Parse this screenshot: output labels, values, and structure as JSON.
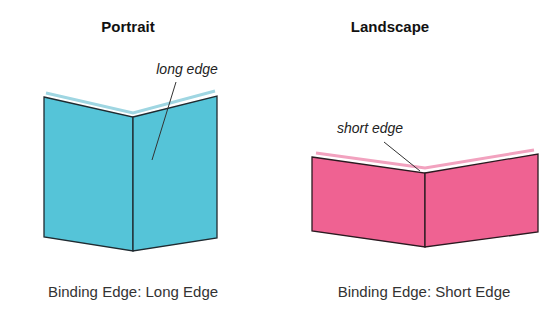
{
  "diagram": {
    "labels": [
      "Portrait",
      "Landscape",
      "long edge",
      "short edge",
      "Binding Edge: Long Edge",
      "Binding Edge: Short Edge"
    ]
  }
}
